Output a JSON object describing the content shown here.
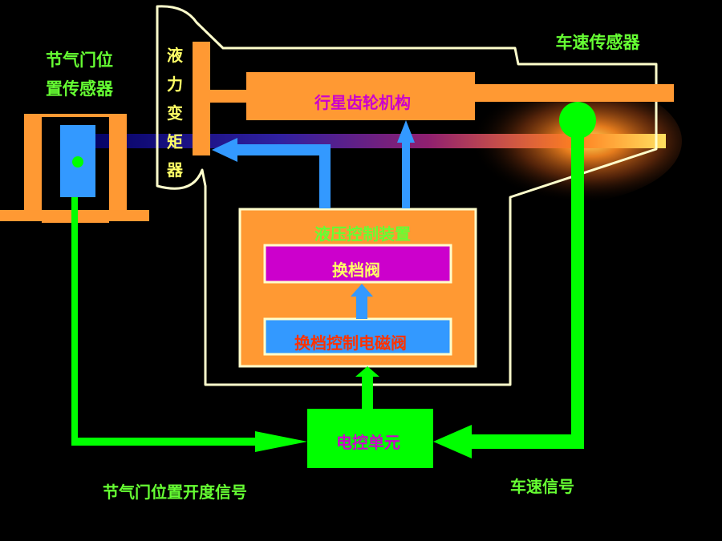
{
  "labels": {
    "throttle_sensor": [
      "节气门位",
      "置传感器"
    ],
    "speed_sensor": "车速传感器",
    "torque_converter": [
      "液",
      "力",
      "变",
      "矩",
      "器"
    ],
    "planetary_gear": "行星齿轮机构",
    "hydraulic_control": "液压控制装置",
    "shift_valve": "换档阀",
    "shift_solenoid": "换档控制电磁阀",
    "ecu": "电控单元",
    "throttle_signal": "节气门位置开度信号",
    "speed_signal": "车速信号"
  },
  "colors": {
    "background": "#000000",
    "orange": "#FF9933",
    "green": "#00FF00",
    "blue": "#3399FF",
    "magenta": "#CC00CC",
    "cream": "#FFFFCC",
    "label_green": "#66FF33",
    "label_red": "#FF3300",
    "label_yellow": "#FFFF66"
  }
}
